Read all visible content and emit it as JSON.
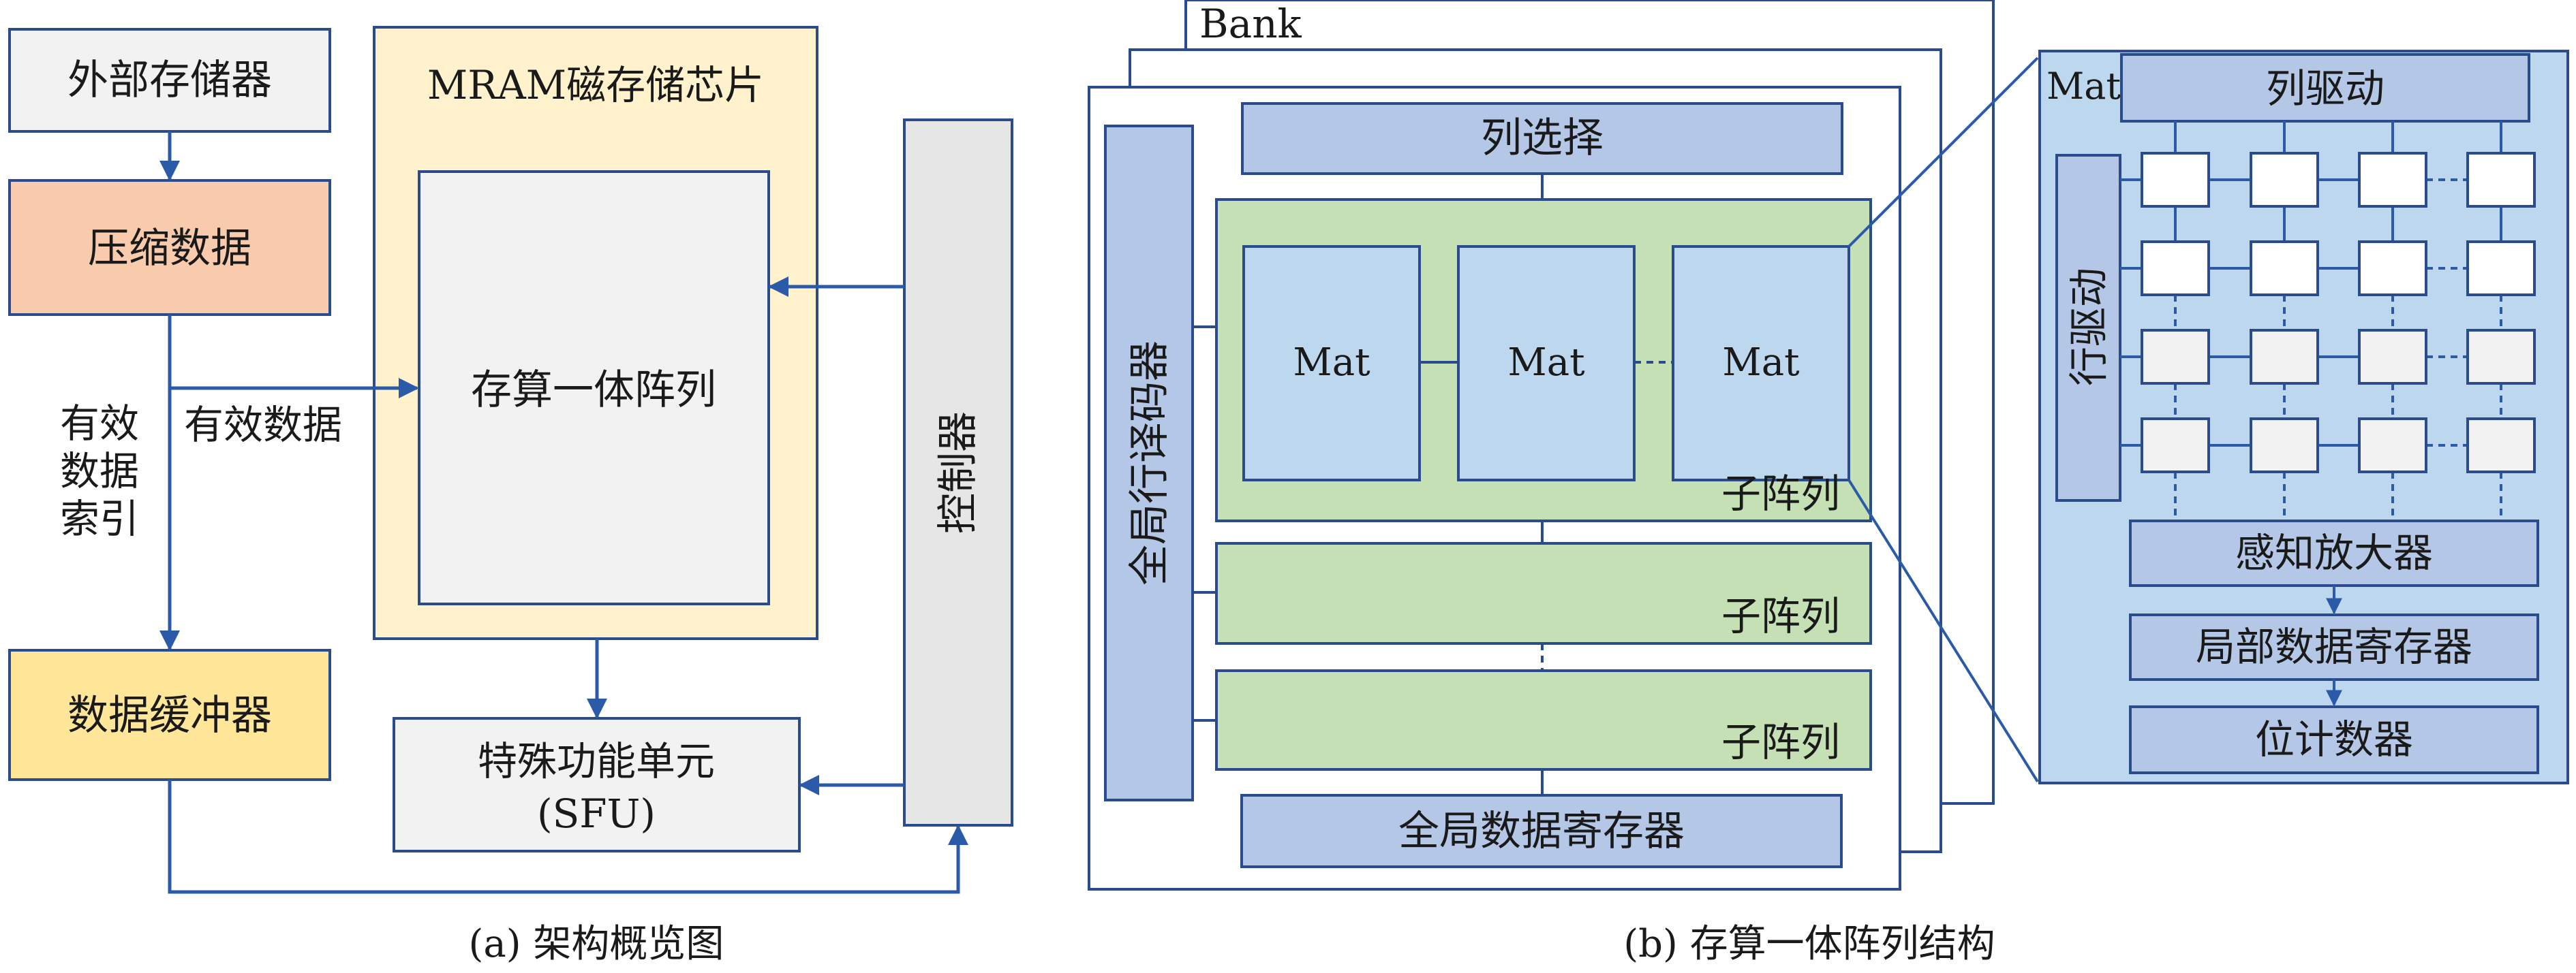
{
  "panel_a": {
    "external_storage": "外部存储器",
    "compressed_data": "压缩数据",
    "data_buffer": "数据缓冲器",
    "mram_chip": "MRAM磁存储芯片",
    "cim_array": "存算一体阵列",
    "sfu_line1": "特殊功能单元",
    "sfu_line2": "(SFU)",
    "controller": "控制器",
    "valid_data": "有效数据",
    "valid_index_1": "有效",
    "valid_index_2": "数据",
    "valid_index_3": "索引",
    "caption": "(a) 架构概览图"
  },
  "panel_b": {
    "bank": "Bank",
    "column_select": "列选择",
    "global_row_decoder": "全局行译码器",
    "mat_1": "Mat",
    "mat_2": "Mat",
    "mat_3": "Mat",
    "subarray_1": "子阵列",
    "subarray_2": "子阵列",
    "subarray_3": "子阵列",
    "global_data_register": "全局数据寄存器",
    "caption": "(b) 存算一体阵列结构"
  },
  "mat_detail": {
    "mat_label": "Mat",
    "column_driver": "列驱动",
    "row_driver": "行驱动",
    "sense_amplifier": "感知放大器",
    "local_data_register": "局部数据寄存器",
    "bit_counter": "位计数器"
  },
  "colors": {
    "line_blue": "#2b5ba8",
    "box_border": "#2b4c8c",
    "gray_fill": "#f2f2f2",
    "orange_fill": "#f8cbad",
    "yellow_fill": "#ffe699",
    "light_yellow_fill": "#fff2cc",
    "controller_fill": "#e7e6e6",
    "blue_box_fill": "#b4c7e7",
    "green_fill": "#c5e0b4",
    "mat_fill": "#bdd7ee"
  }
}
